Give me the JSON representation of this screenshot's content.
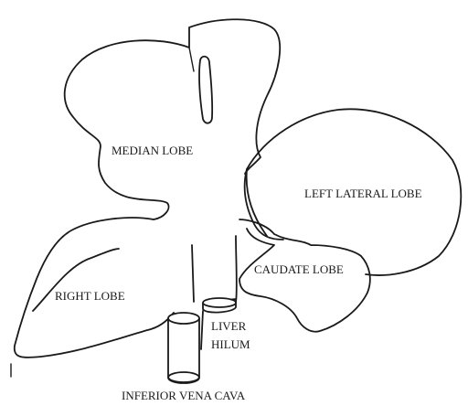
{
  "labels": {
    "median_lobe": "MEDIAN LOBE",
    "left_lateral_lobe": "LEFT LATERAL LOBE",
    "caudate_lobe": "CAUDATE LOBE",
    "right_lobe": "RIGHT LOBE",
    "liver_hilum_line1": "LIVER",
    "liver_hilum_line2": "HILUM",
    "inferior_vena_cava": "INFERIOR VENA CAVA"
  },
  "colors": {
    "line": "#1a1a1a",
    "background": "#ffffff"
  }
}
